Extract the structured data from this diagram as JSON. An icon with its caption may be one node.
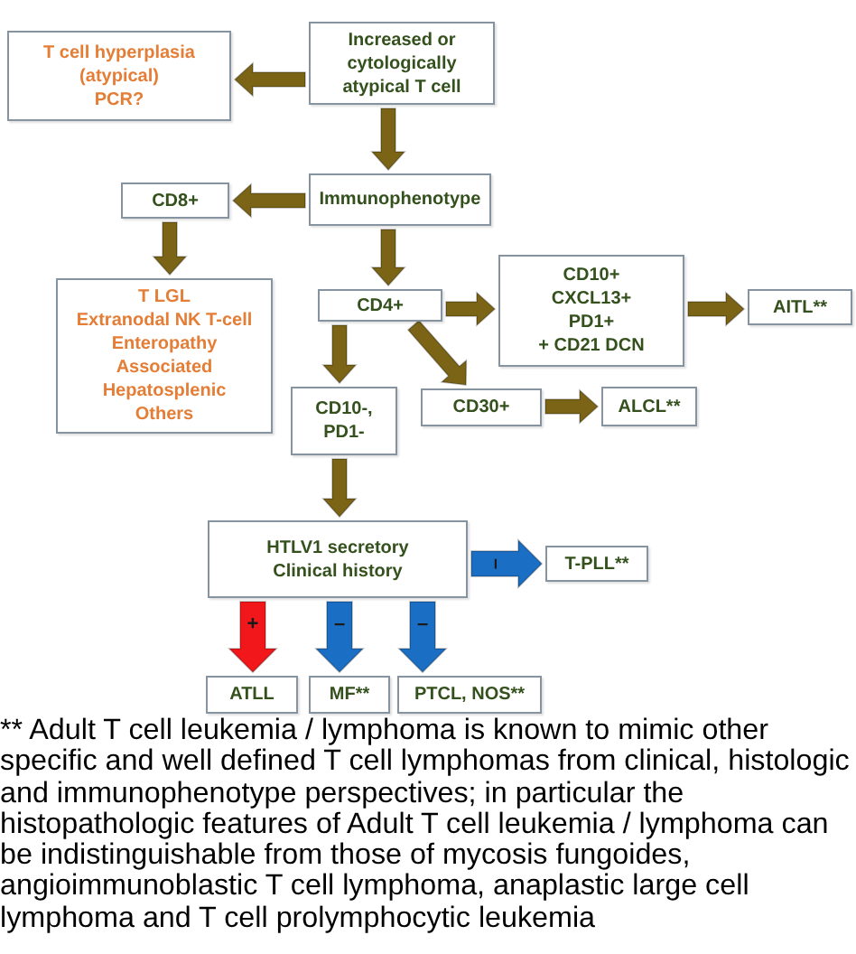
{
  "diagram": {
    "nodes": [
      {
        "text": [
          "T cell hyperplasia (atypical)",
          "PCR?"
        ]
      },
      {
        "text": [
          "Increased or cytologically atypical T cell"
        ]
      },
      {
        "text": [
          "Immunophenotype"
        ]
      },
      {
        "text": [
          "CD8+"
        ]
      },
      {
        "text": [
          "T LGL",
          "Extranodal NK T-cell",
          "Enteropathy Associated",
          "Hepatosplenic",
          "Others"
        ]
      },
      {
        "text": [
          "CD4+"
        ]
      },
      {
        "text": [
          "CD10+",
          "CXCL13+",
          "PD1+",
          "+ CD21 DCN"
        ]
      },
      {
        "text": [
          "AITL**"
        ]
      },
      {
        "text": [
          "CD30+"
        ]
      },
      {
        "text": [
          "ALCL**"
        ]
      },
      {
        "text": [
          "CD10-, PD1-"
        ]
      },
      {
        "text": [
          "HTLV1 secretory",
          "Clinical history"
        ]
      },
      {
        "text": [
          "T-PLL**"
        ]
      },
      {
        "text": [
          "ATLL"
        ]
      },
      {
        "text": [
          "MF**"
        ]
      },
      {
        "text": [
          "PTCL, NOS**"
        ]
      }
    ],
    "edges": [
      {
        "from": 1,
        "to": 0,
        "arrow": "to"
      },
      {
        "from": 1,
        "to": 2,
        "arrow": "to"
      },
      {
        "from": 2,
        "to": 3,
        "arrow": "to"
      },
      {
        "from": 3,
        "to": 4,
        "arrow": "to"
      },
      {
        "from": 2,
        "to": 5,
        "arrow": "to"
      },
      {
        "from": 5,
        "to": 6,
        "arrow": "to"
      },
      {
        "from": 6,
        "to": 7,
        "arrow": "to"
      },
      {
        "from": 5,
        "to": 8,
        "arrow": "to"
      },
      {
        "from": 8,
        "to": 9,
        "arrow": "to"
      },
      {
        "from": 5,
        "to": 10,
        "arrow": "to"
      },
      {
        "from": 10,
        "to": 11,
        "arrow": "to"
      },
      {
        "from": 11,
        "to": 12,
        "arrow": "to",
        "label": "–",
        "style": "thick",
        "color": "#1a6fc4"
      },
      {
        "from": 11,
        "to": 13,
        "arrow": "to",
        "label": "+",
        "style": "thick",
        "color": "#f2171b"
      },
      {
        "from": 11,
        "to": 14,
        "arrow": "to",
        "label": "–",
        "style": "thick",
        "color": "#1a6fc4"
      },
      {
        "from": 11,
        "to": 15,
        "arrow": "to",
        "label": "–",
        "style": "thick",
        "color": "#1a6fc4"
      }
    ],
    "caption": "** Adult T cell leukemia / lymphoma is known to mimic other specific and well defined T cell lymphomas from clinical, histologic and immunophenotype perspectives; in particular the histopathologic features of Adult T cell leukemia / lymphoma can be indistinguishable from those of mycosis fungoides, angioimmunoblastic T cell lymphoma, anaplastic large cell lymphoma and T cell prolymphocytic leukemia"
  }
}
